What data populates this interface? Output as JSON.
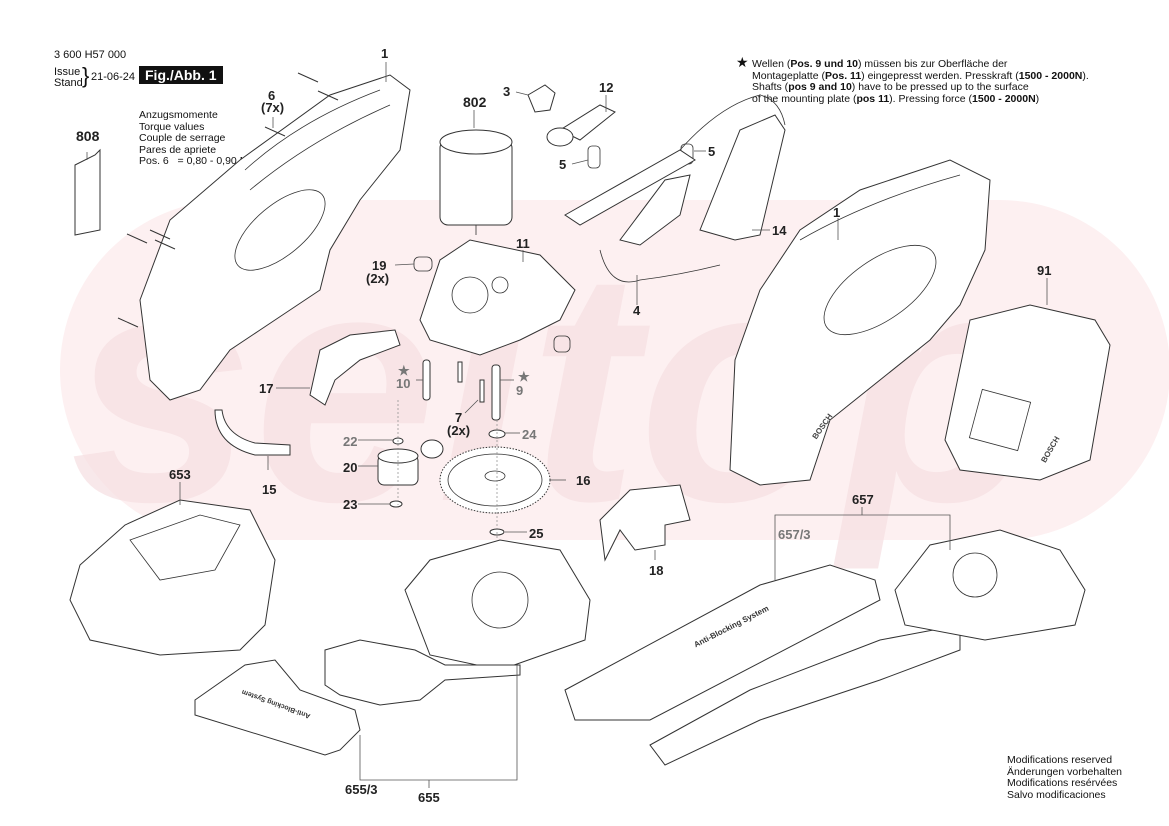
{
  "header": {
    "part_number": "3 600 H57 000",
    "issue_label_en": "Issue",
    "issue_label_de": "Stand",
    "issue_date": "21-06-24",
    "figure_label": "Fig./Abb. 1"
  },
  "torque": {
    "lines": [
      "Anzugsmomente",
      "Torque values",
      "Couple de serrage",
      "Pares de apriete"
    ],
    "spec": "Pos. 6   = 0,80 - 0,90 Nm"
  },
  "note": {
    "star_icon": "★",
    "de_1a": "Wellen (",
    "de_1b": "Pos. 9 und 10",
    "de_1c": ") müssen bis zur Oberfläche der",
    "de_2a": "Montageplatte (",
    "de_2b": "Pos. 11",
    "de_2c": ") eingepresst werden. Presskraft (",
    "de_2d": "1500 - 2000N",
    "de_2e": ").",
    "en_1a": "Shafts (",
    "en_1b": "pos 9 and 10",
    "en_1c": ") have to be pressed up to the surface",
    "en_2a": "of the mounting plate (",
    "en_2b": "pos 11",
    "en_2c": "). Pressing force (",
    "en_2d": "1500 - 2000N",
    "en_2e": ")"
  },
  "modifications": [
    "Modifications reserved",
    "Änderungen vorbehalten",
    "Modifications resérvées",
    "Salvo modificaciones"
  ],
  "watermark": {
    "text": "seltop",
    "color": "#fbe6e8"
  },
  "callouts": {
    "p1a": "1",
    "p1b": "1",
    "p3": "3",
    "p4": "4",
    "p5a": "5",
    "p5b": "5",
    "p6": "6",
    "p6q": "(7x)",
    "p7": "7",
    "p7q": "(2x)",
    "p9": "9",
    "p10": "10",
    "p11": "11",
    "p12": "12",
    "p14": "14",
    "p15": "15",
    "p16": "16",
    "p17": "17",
    "p18": "18",
    "p19": "19",
    "p19q": "(2x)",
    "p20": "20",
    "p22": "22",
    "p23": "23",
    "p24": "24",
    "p25": "25",
    "p91": "91",
    "p653": "653",
    "p655": "655",
    "p655_3": "655/3",
    "p657": "657",
    "p657_3": "657/3",
    "p802": "802",
    "p808": "808",
    "star": "★"
  },
  "embossed_text": {
    "blade_guard": "Anti-Blocking System",
    "brand": "BOSCH"
  }
}
